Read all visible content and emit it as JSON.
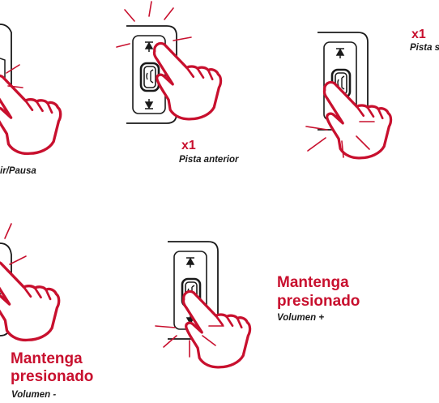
{
  "colors": {
    "accent": "#c8102e",
    "ink": "#1a1a1a",
    "hand_fill": "#ffffff"
  },
  "icons": [
    "pointing-hand-icon",
    "press-burst-icon",
    "track-up-arrow-icon",
    "track-down-arrow-icon",
    "phone-play-pause-icon"
  ],
  "steps": [
    {
      "caption": "ir/Pausa"
    },
    {
      "count": "x1",
      "caption": "Pista anterior"
    },
    {
      "count": "x1",
      "caption": "Pista s"
    },
    {
      "action_line1": "Mantenga",
      "action_line2": "presionado",
      "caption": "Volumen -"
    },
    {
      "action_line1": "Mantenga",
      "action_line2": "presionado",
      "caption": "Volumen +"
    }
  ]
}
